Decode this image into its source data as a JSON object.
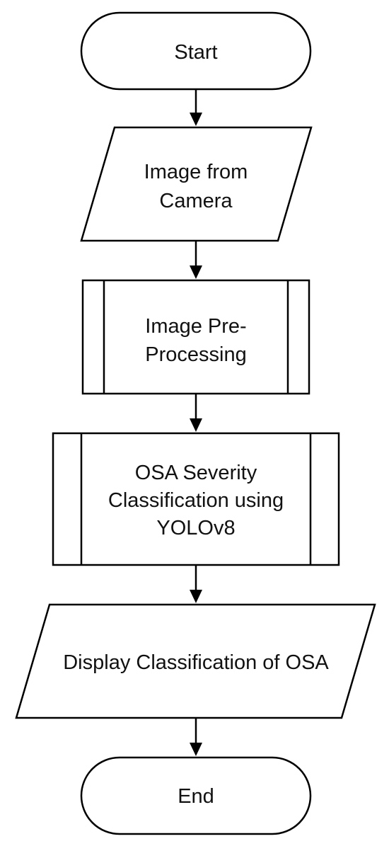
{
  "diagram": {
    "start": "Start",
    "input": [
      "Image from",
      "Camera"
    ],
    "preprocess": [
      "Image Pre-",
      "Processing"
    ],
    "classify": [
      "OSA Severity",
      "Classification using",
      "YOLOv8"
    ],
    "output": "Display Classification of OSA",
    "end": "End"
  }
}
